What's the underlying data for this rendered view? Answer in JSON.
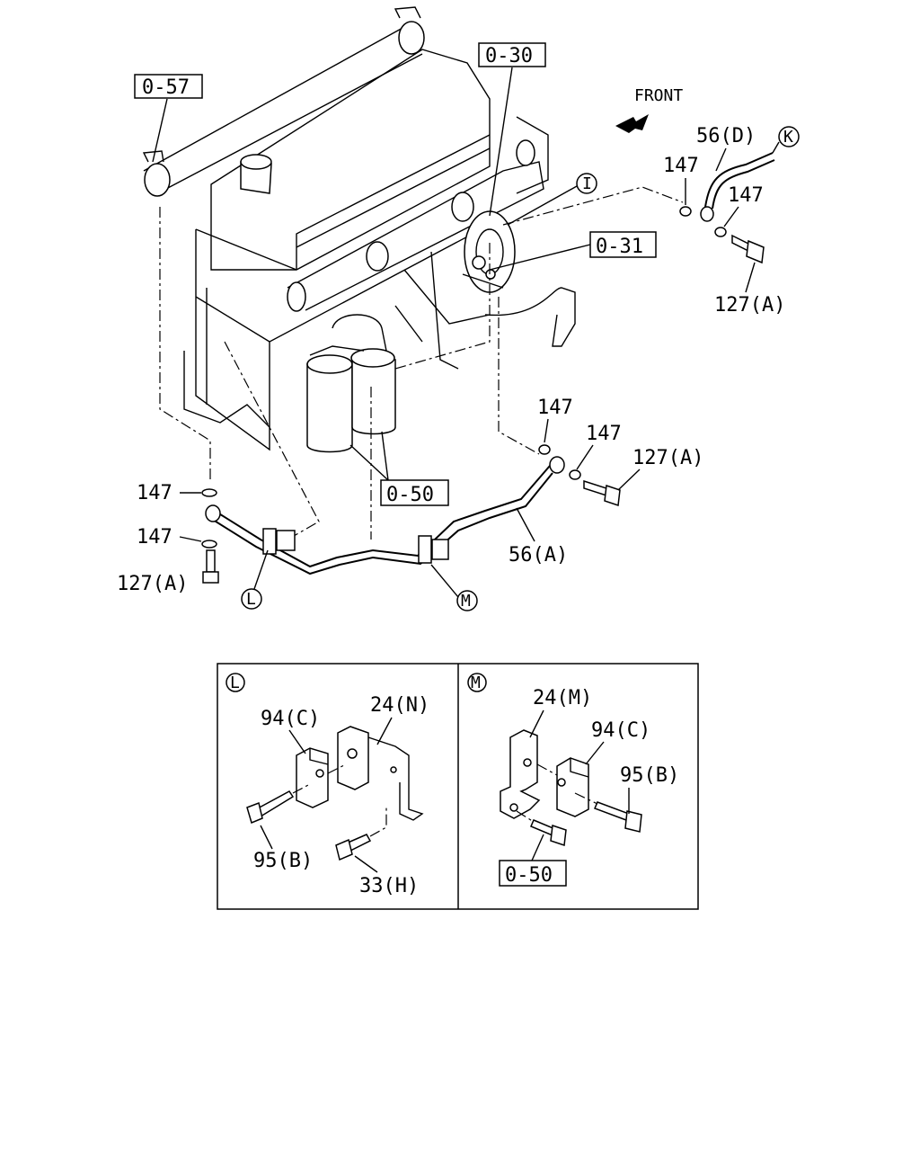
{
  "front_label": "FRONT",
  "refs": {
    "r057": "0-57",
    "r030": "0-30",
    "r031": "0-31",
    "r050_main": "0-50",
    "r050_inset": "0-50"
  },
  "callouts": {
    "I": "I",
    "K": "K",
    "L": "L",
    "M": "M",
    "L_inset": "L",
    "M_inset": "M"
  },
  "parts": {
    "p56D": "56(D)",
    "p147_a": "147",
    "p147_b": "147",
    "p127A_right": "127(A)",
    "p147_c": "147",
    "p147_d": "147",
    "p127A_mid": "127(A)",
    "p56A": "56(A)",
    "p147_e": "147",
    "p147_f": "147",
    "p127A_left": "127(A)",
    "p94C_L": "94(C)",
    "p24N": "24(N)",
    "p95B_L": "95(B)",
    "p33H": "33(H)",
    "p24M": "24(M)",
    "p94C_M": "94(C)",
    "p95B_M": "95(B)"
  }
}
